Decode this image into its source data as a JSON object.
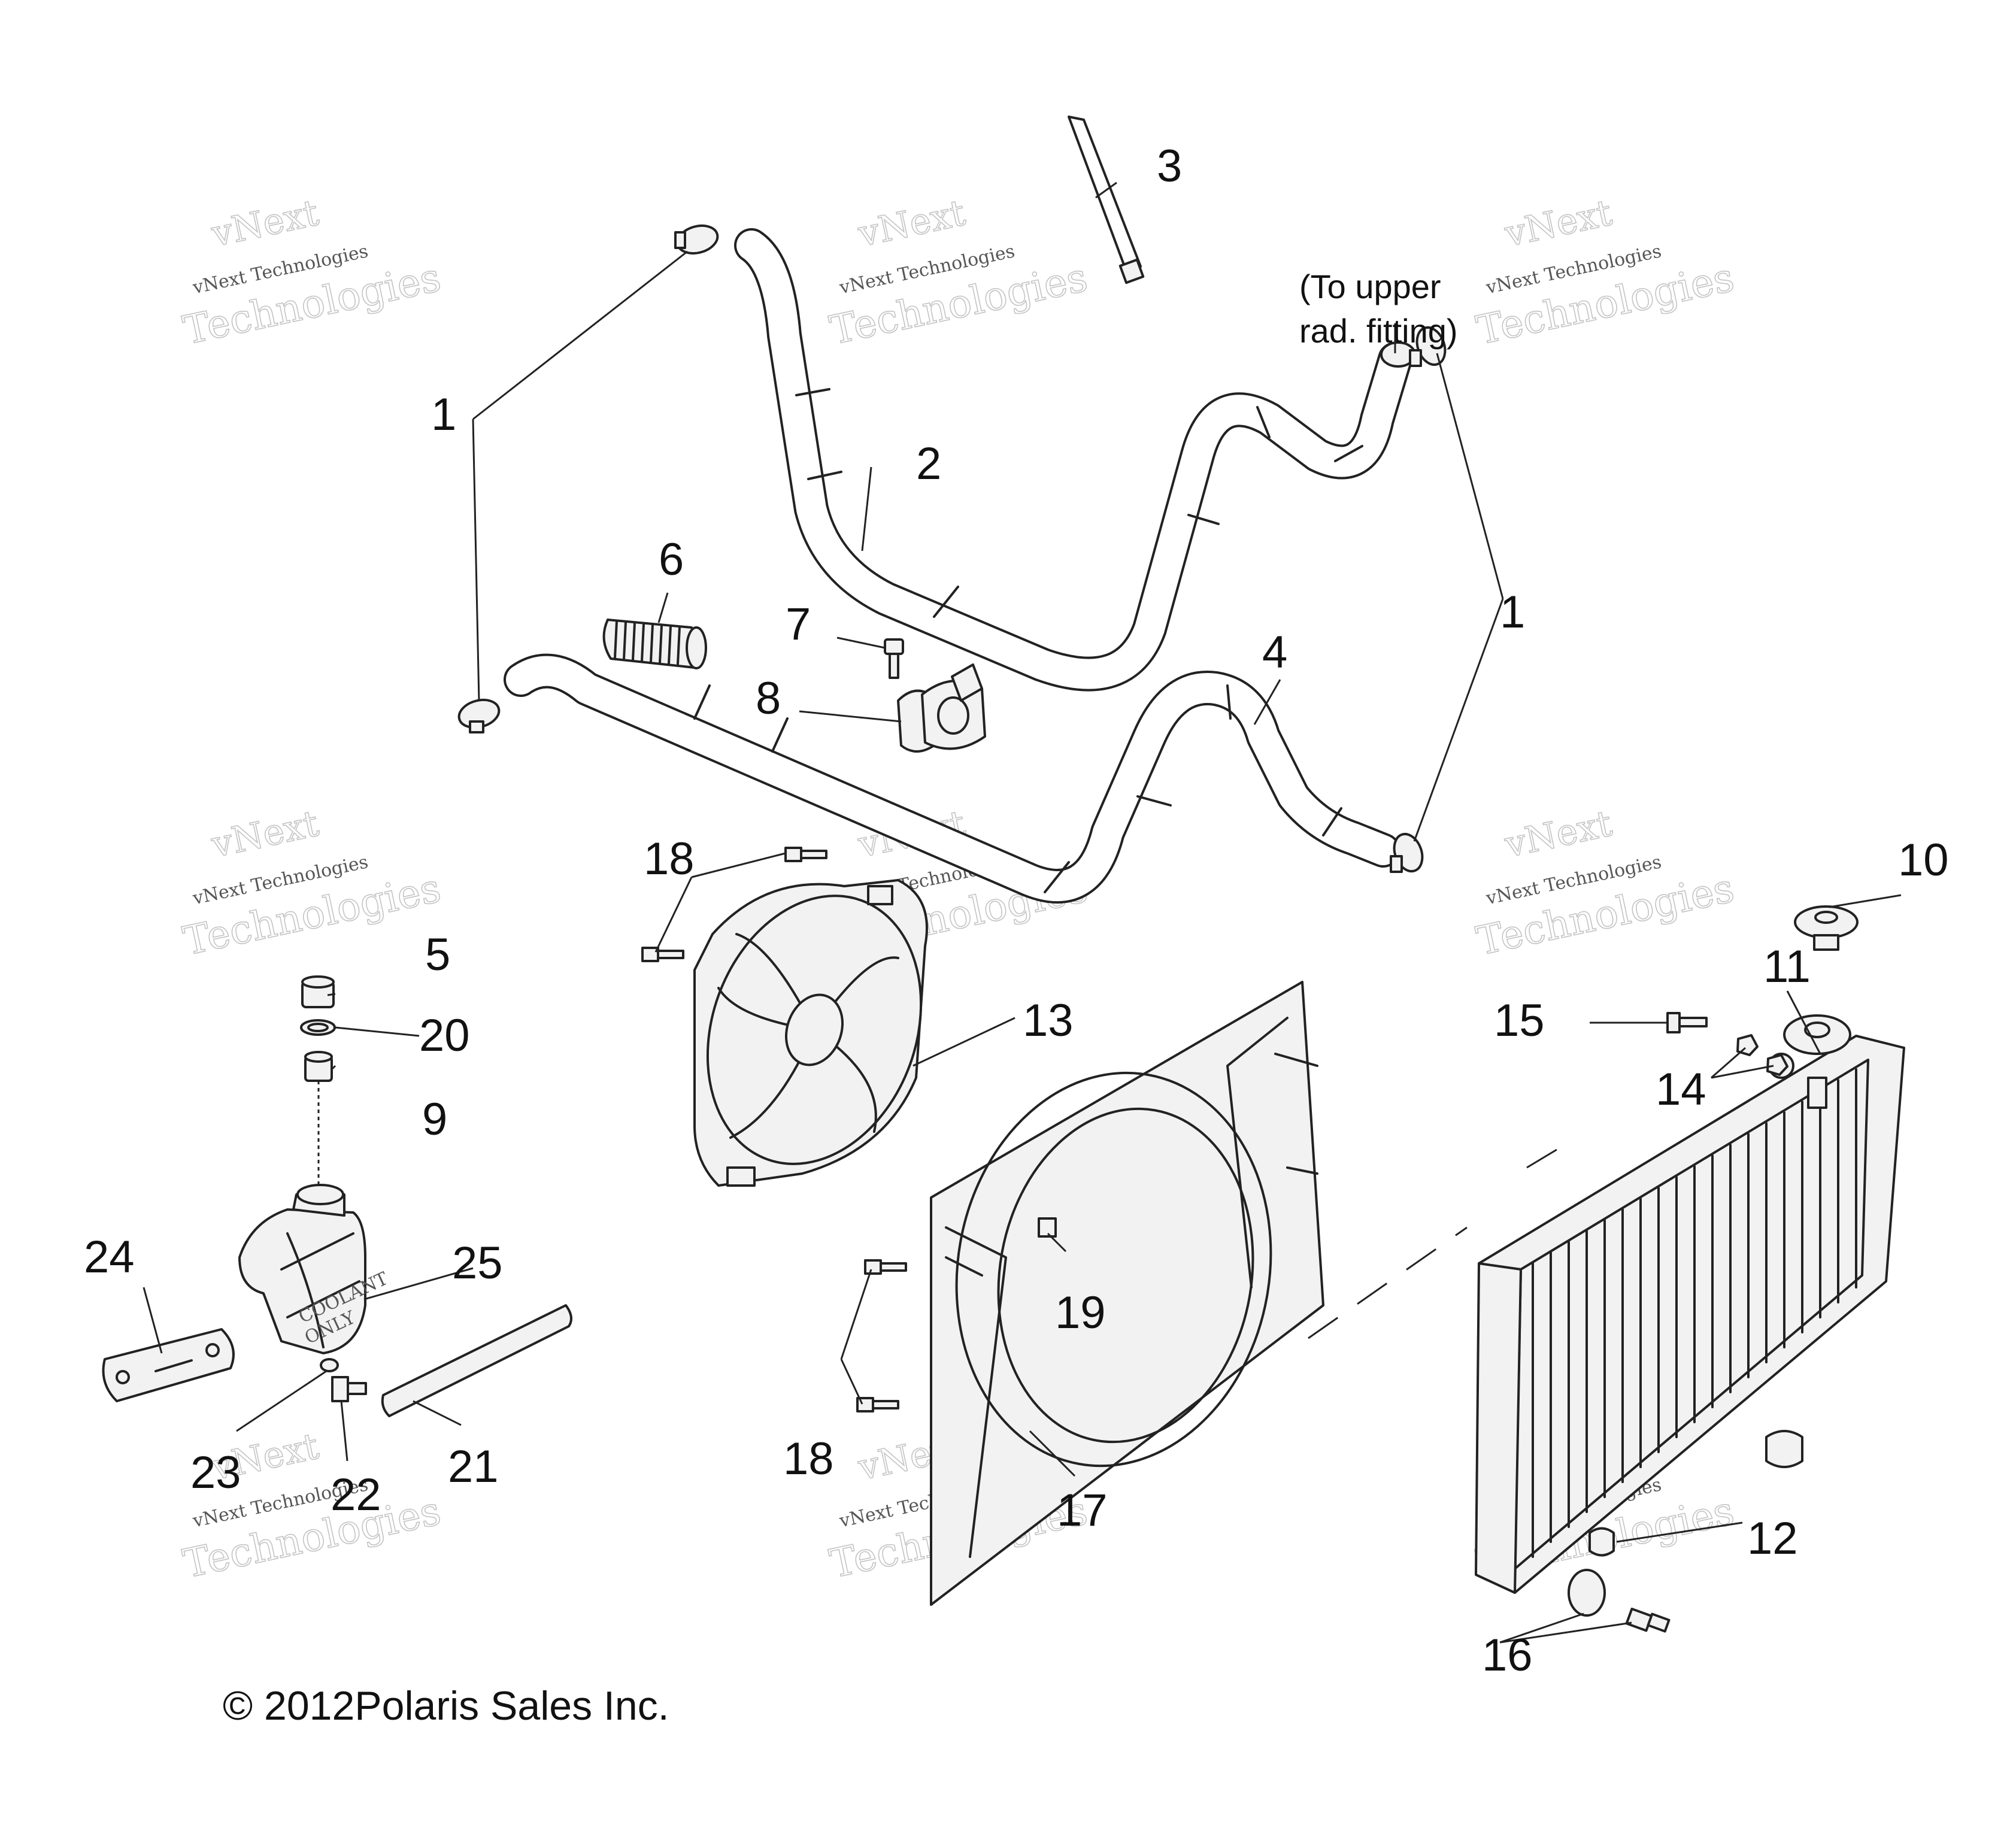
{
  "callouts": {
    "c1a": "1",
    "c1b": "1",
    "c2": "2",
    "c3": "3",
    "c4": "4",
    "c5": "5",
    "c6": "6",
    "c7": "7",
    "c8": "8",
    "c9": "9",
    "c10": "10",
    "c11": "11",
    "c12": "12",
    "c13": "13",
    "c14": "14",
    "c15": "15",
    "c16": "16",
    "c17": "17",
    "c18a": "18",
    "c18b": "18",
    "c19": "19",
    "c20": "20",
    "c21": "21",
    "c22": "22",
    "c23": "23",
    "c24": "24",
    "c25": "25"
  },
  "note": {
    "line1": "(To upper",
    "line2": "rad. fitting)"
  },
  "copyright": "© 2012Polaris Sales Inc.",
  "watermark": {
    "line1": "vNext",
    "line2": "vNext Technologies",
    "line3": "Technologies"
  },
  "reservoir_label": {
    "line1": "COOLANT",
    "line2": "ONLY"
  }
}
